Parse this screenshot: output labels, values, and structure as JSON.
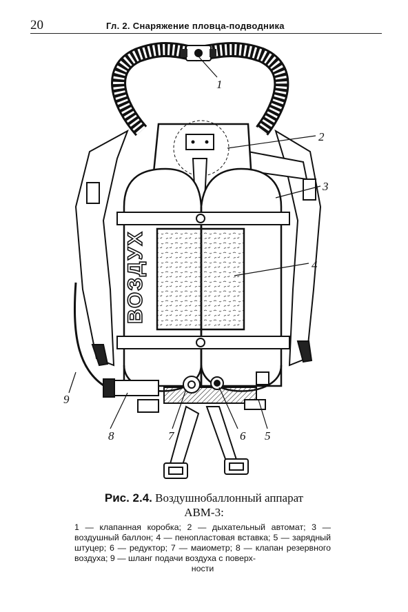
{
  "header": {
    "page_number": "20",
    "running_head": "Гл. 2. Снаряжение пловца-подводника"
  },
  "figure": {
    "tank_lettering": "ВОЗДУХ",
    "callouts": [
      "1",
      "2",
      "3",
      "4",
      "5",
      "6",
      "7",
      "8",
      "9"
    ]
  },
  "caption": {
    "label": "Рис. 2.4.",
    "title_line1": "Воздушнобаллонный аппарат",
    "title_line2": "АВМ-3:",
    "body": "1 — клапанная коробка; 2 — дыхательный автомат; 3 — воздушный баллон; 4 — пенопластовая вставка; 5 — зарядный штуцер; 6 — редуктор; 7 — маиометр; 8 — клапан резервного воздуха; 9 — шланг подачи воздуха с поверх-",
    "body_last": "ности"
  }
}
